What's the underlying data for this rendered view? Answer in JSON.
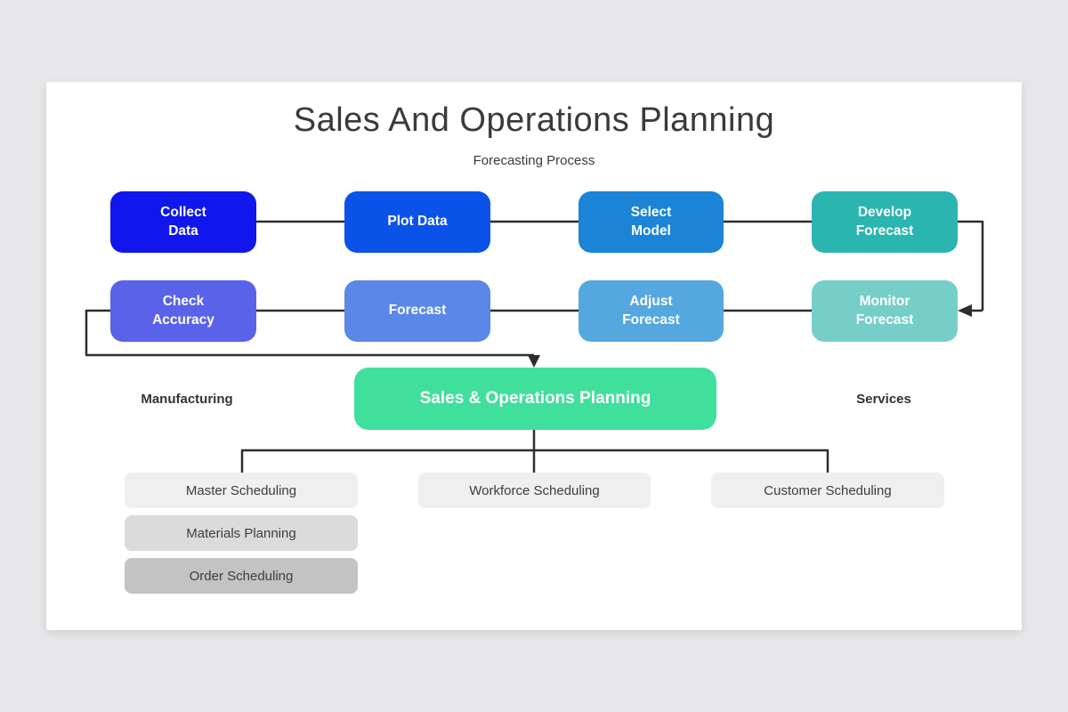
{
  "page": {
    "title": "Sales And Operations Planning",
    "subtitle": "Forecasting Process"
  },
  "colors": {
    "background": "#e7e6e8",
    "card": "#ffffff",
    "connector": "#2d2d2d",
    "title_text": "#3a3a3a",
    "node_text": "#ffffff",
    "leaf_text": "#3d3d3d"
  },
  "flow": {
    "row1": [
      {
        "label": "Collect\nData",
        "color": "#1016ec"
      },
      {
        "label": "Plot Data",
        "color": "#0b53e8"
      },
      {
        "label": "Select\nModel",
        "color": "#1b84d7"
      },
      {
        "label": "Develop\nForecast",
        "color": "#2bb5b0"
      }
    ],
    "row2": [
      {
        "label": "Check\nAccuracy",
        "color": "#5a62e9"
      },
      {
        "label": "Forecast",
        "color": "#5a87e8"
      },
      {
        "label": "Adjust\nForecast",
        "color": "#55a7df"
      },
      {
        "label": "Monitor\nForecast",
        "color": "#75cfc8"
      }
    ],
    "hub": {
      "label": "Sales & Operations Planning",
      "color": "#41df9c"
    },
    "branch_labels": {
      "left": "Manufacturing",
      "right": "Services"
    },
    "bottom": [
      {
        "label": "Master Scheduling",
        "color": "#f0eff0"
      },
      {
        "label": "Workforce Scheduling",
        "color": "#f0eff0"
      },
      {
        "label": "Customer Scheduling",
        "color": "#f0eff0"
      },
      {
        "label": "Materials Planning",
        "color": "#dcdbdc"
      },
      {
        "label": "Order Scheduling",
        "color": "#c4c3c4"
      }
    ]
  }
}
